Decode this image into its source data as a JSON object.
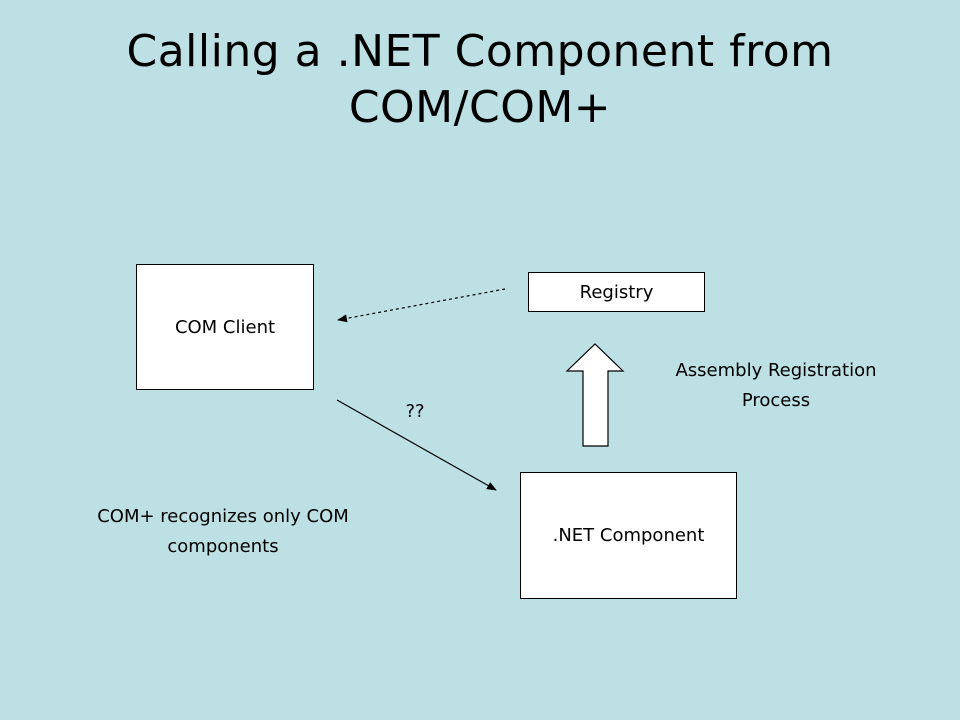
{
  "slide": {
    "title_line1": "Calling a .NET Component from",
    "title_line2": "COM/COM+"
  },
  "boxes": {
    "com_client": "COM Client",
    "registry": "Registry",
    "net_component": ".NET Component"
  },
  "labels": {
    "unknown_call": "??",
    "assembly_registration_line1": "Assembly Registration",
    "assembly_registration_line2": "Process",
    "com_plus_note_line1": "COM+ recognizes only COM",
    "com_plus_note_line2": "components"
  },
  "colors": {
    "background": "#bde0e4",
    "box_fill": "#ffffff",
    "stroke": "#000000"
  }
}
